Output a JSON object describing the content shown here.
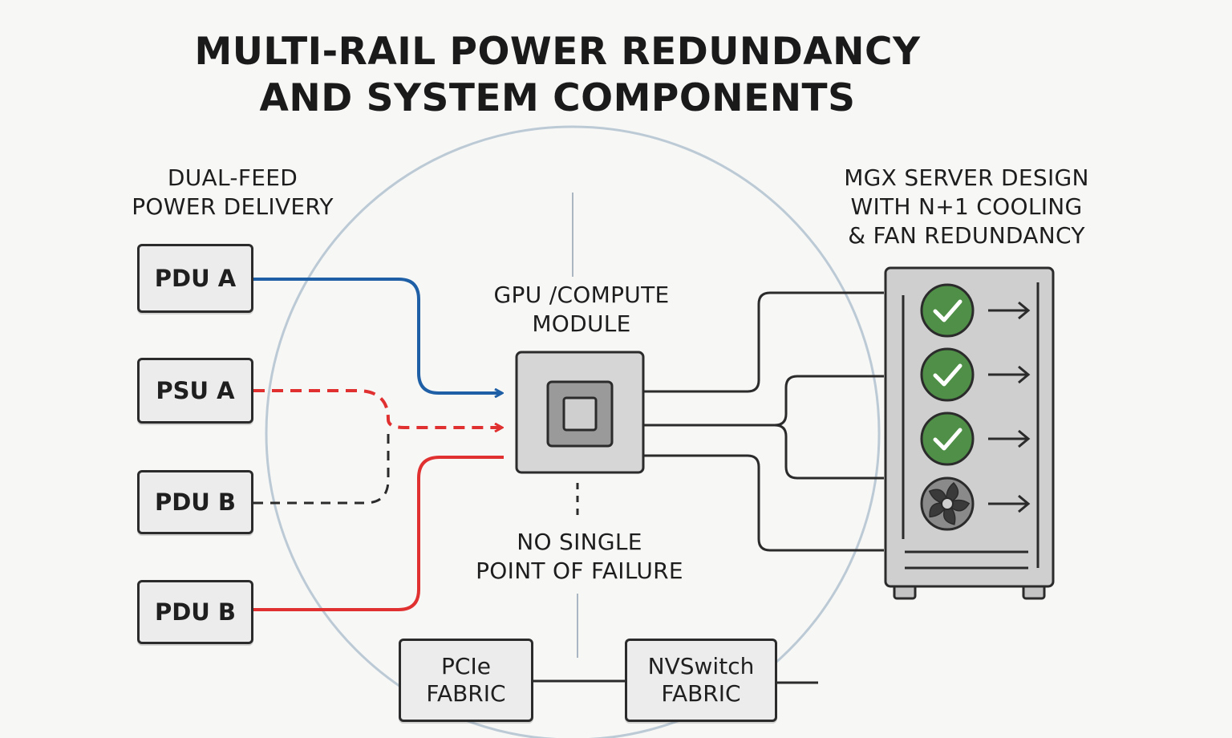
{
  "title": {
    "line1": "MULTI-RAIL POWER REDUNDANCY",
    "line2": "AND SYSTEM COMPONENTS"
  },
  "left_heading": {
    "line1": "DUAL-FEED",
    "line2": "POWER DELIVERY"
  },
  "right_heading": {
    "line1": "MGX SERVER DESIGN",
    "line2": "WITH N+1 COOLING",
    "line3": "& FAN REDUNDANCY"
  },
  "center_label": {
    "line1": "GPU /COMPUTE",
    "line2": "MODULE"
  },
  "failure_label": {
    "line1": "NO SINGLE",
    "line2": "POINT OF FAILURE"
  },
  "sources": [
    {
      "label": "PDU A"
    },
    {
      "label": "PSU A"
    },
    {
      "label": "PDU B"
    },
    {
      "label": "PDU B"
    }
  ],
  "fabrics": [
    {
      "line1": "PCIe",
      "line2": "FABRIC"
    },
    {
      "line1": "NVSwitch",
      "line2": "FABRIC"
    }
  ],
  "fans": [
    {
      "status": "ok",
      "icon": "check-icon"
    },
    {
      "status": "ok",
      "icon": "check-icon"
    },
    {
      "status": "ok",
      "icon": "check-icon"
    },
    {
      "status": "spare",
      "icon": "fan-icon"
    }
  ],
  "colors": {
    "primary_feed": "#1f5fa6",
    "secondary_feed": "#e03030",
    "fan_ok": "#4f8f47",
    "circle": "#bccad6",
    "line": "#2b2b2b"
  }
}
